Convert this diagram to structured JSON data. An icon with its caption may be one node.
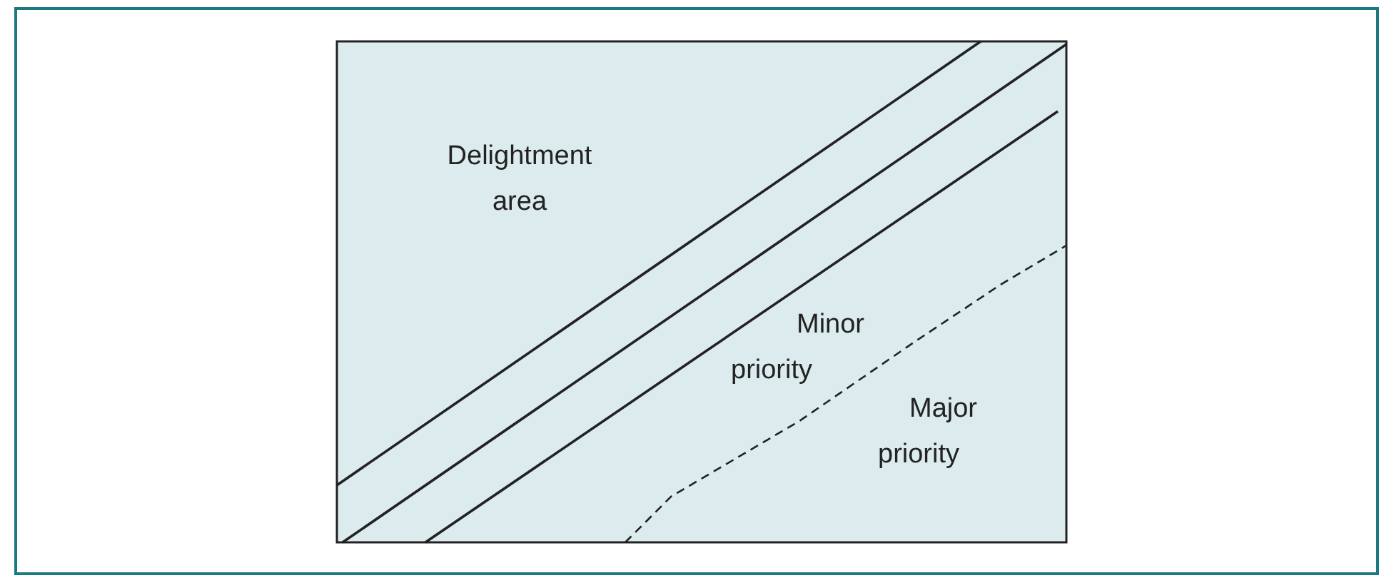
{
  "diagram": {
    "labels": [
      "Delightment area",
      "Minor priority",
      "Major priority"
    ]
  }
}
